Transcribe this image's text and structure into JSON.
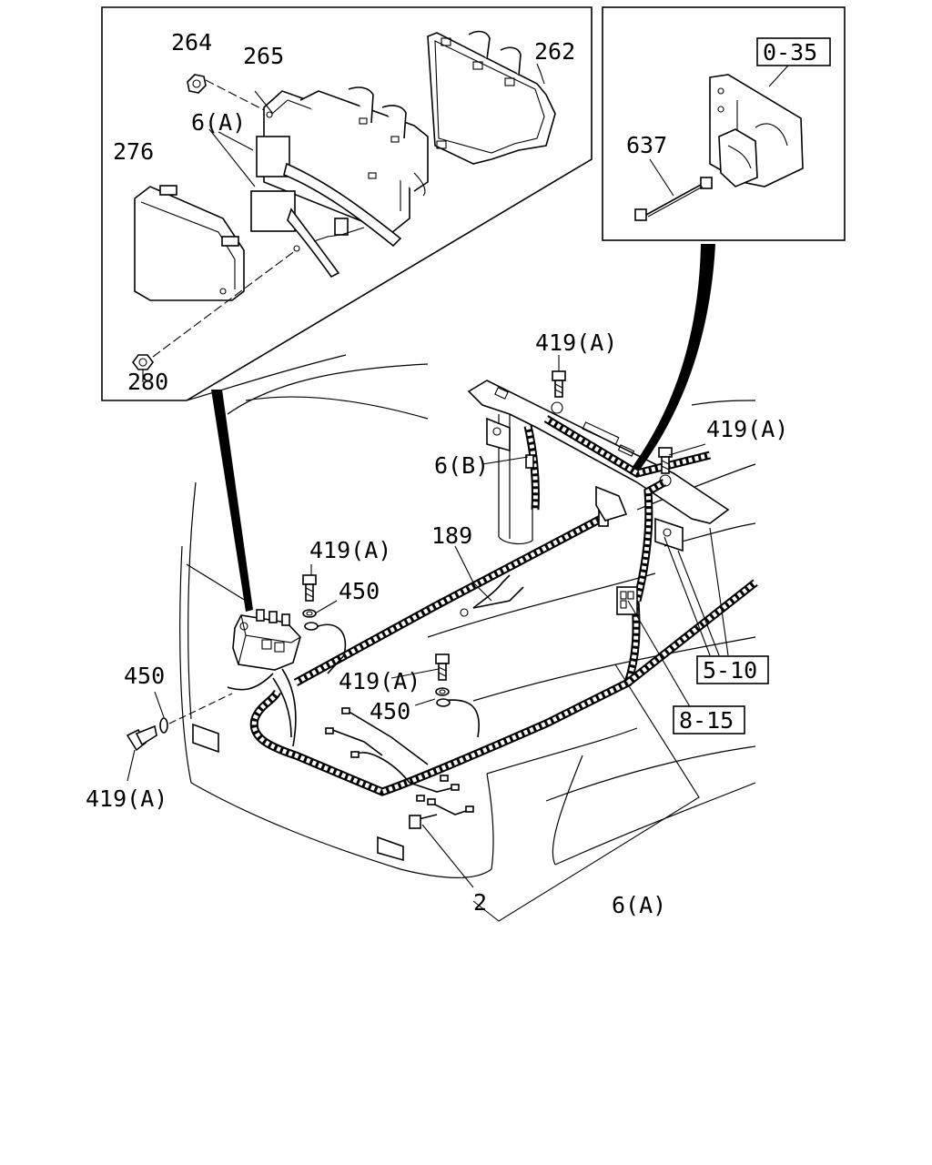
{
  "inset_left": {
    "labels": {
      "p264": "264",
      "p265": "265",
      "p262": "262",
      "p6a": "6(A)",
      "p276": "276",
      "p280": "280"
    }
  },
  "inset_right": {
    "labels": {
      "ref035": "0-35",
      "p637": "637"
    }
  },
  "main": {
    "labels": {
      "bolt_top": "419(A)",
      "bolt_right": "419(A)",
      "p6b": "6(B)",
      "p189": "189",
      "bolt_left_top": "419(A)",
      "washer_left_top": "450",
      "washer_left": "450",
      "bolt_center": "419(A)",
      "washer_center": "450",
      "bolt_left": "419(A)",
      "ref510": "5-10",
      "ref815": "8-15",
      "p2": "2",
      "p6a": "6(A)"
    }
  }
}
